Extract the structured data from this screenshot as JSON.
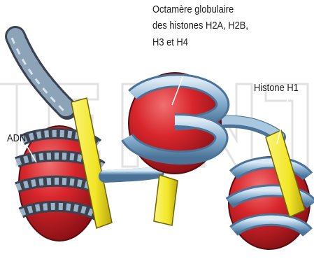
{
  "labels": {
    "octamer_line1": "Octamère globulaire",
    "octamer_line2": "des histones H2A, H2B,",
    "octamer_line3": "H3 et H4",
    "histone_h1": "Histone H1",
    "adn": "ADN"
  },
  "colors": {
    "histone_core": "#d8262c",
    "histone_core_light": "#f06a6a",
    "histone_h1": "#f2e626",
    "dna_blue": "#7aa6c8",
    "dna_blue_light": "#c4dcef",
    "dna_dark": "#3b4250",
    "watermark": "#e3e3e3"
  }
}
